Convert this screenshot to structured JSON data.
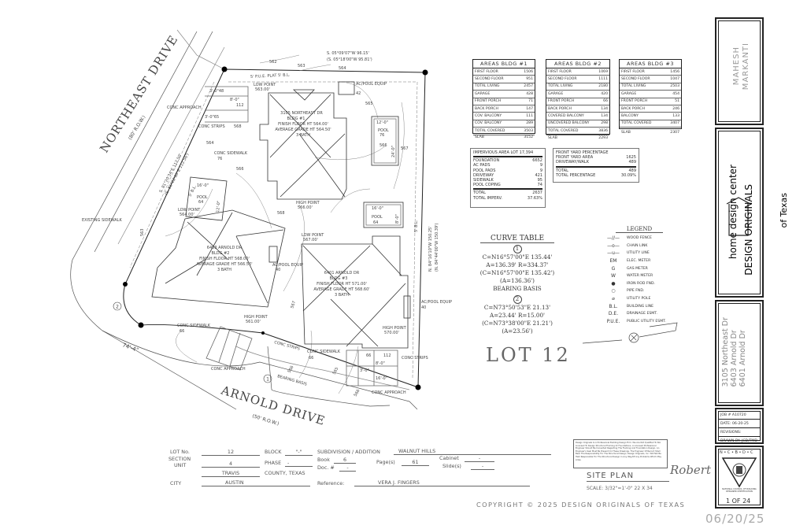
{
  "site": {
    "streets": [
      {
        "name": "NORTHEAST DRIVE",
        "row": "(80' R.O.W.)"
      },
      {
        "name": "ARNOLD DRIVE",
        "row": "(50' R.O.W.)"
      }
    ],
    "bearings": {
      "top": "S. 05°09'07\"W 96.15'",
      "top_record": "(S. 05°18'00\"W 95.81')",
      "right": "N. 84°16'10\"W 150.25'",
      "right_record": "(N. 84°44'00\"W 150.39')",
      "left": "S. 81°20'34\"E 112.50'",
      "left_record": "(S. 81°22'00\"E 112.56')",
      "front": "74'-4\""
    },
    "contours": [
      "562",
      "563",
      "564",
      "565",
      "566",
      "567",
      "568",
      "563",
      "564",
      "566",
      "567",
      "568",
      "566",
      "565",
      "566"
    ],
    "buildings": [
      {
        "address": "3105 NORTHEAST DR",
        "bldg": "BLDG #1",
        "finish_floor": "FINISH FLOOR HT 564.00'",
        "avg_grade": "AVERAGE GRADE HT 564.50'",
        "bath": "3 BATH"
      },
      {
        "address": "6403 ARNOLD DR",
        "bldg": "BLDG #2",
        "finish_floor": "FINISH FLOOR HT 568.00'",
        "avg_grade": "AVERAGE GRADE HT 566.50'",
        "bath": "3 BATH"
      },
      {
        "address": "6401 ARNOLD DR",
        "bldg": "BLDG #3",
        "finish_floor": "FINISH FLOOR HT 571.00'",
        "avg_grade": "AVERAGE GRADE HT 568.60'",
        "bath": "3 BATH"
      }
    ],
    "points": [
      {
        "label": "LOW POINT",
        "value": "563.00'"
      },
      {
        "label": "HIGH POINT",
        "value": "566.00'"
      },
      {
        "label": "LOW POINT",
        "value": "564.00'"
      },
      {
        "label": "LOW POINT",
        "value": "567.00'"
      },
      {
        "label": "HIGH POINT",
        "value": "561.00'"
      },
      {
        "label": "HIGH POINT",
        "value": "570.00'"
      }
    ],
    "pools": [
      {
        "label": "POOL",
        "area": "76",
        "w": "12'-0\"",
        "l": "24'-0\""
      },
      {
        "label": "POOL",
        "area": "64",
        "w": "16'-0\"",
        "l": "12'-0\""
      },
      {
        "label": "POOL",
        "area": "64",
        "w": "16'-0\"",
        "l": "8'-0\""
      }
    ],
    "equip": [
      {
        "label": "AC/POOL EQUIP",
        "value": "42"
      },
      {
        "label": "AC/POOL EQUIP",
        "value": "40"
      },
      {
        "label": "AC/POOL EQUIP",
        "value": "40"
      }
    ],
    "misc": {
      "conc_approach": "CONC APPROACH",
      "conc_strips": "CONC STRIPS",
      "conc_sidewalk": "CONC SIDEWALK",
      "sidewalk_1": "76",
      "sidewalk_2": "66",
      "sidewalk_3": "66",
      "existing_sidewalk": "EXISTING SIDEWALK",
      "pue": "5' P.U.E. PLAT 5' B.L.",
      "bl": "5' B.L.",
      "bearing_basis": "BEARING BASIS",
      "drive_dims": [
        "3'-0\"48",
        "8'-0\"",
        "112",
        "3'-0\"65",
        "3'-0\"",
        "8'-0\"",
        "16'-0\"",
        "112",
        "66"
      ],
      "curve_1": "1",
      "curve_2": "2"
    }
  },
  "areas_tables": [
    {
      "title": "AREAS BLDG #1",
      "rows": [
        {
          "label": "FIRST FLOOR",
          "value": "1506"
        },
        {
          "label": "SECOND FLOOR",
          "value": "951"
        },
        {
          "label": "TOTAL LIVING",
          "value": "2457"
        },
        {
          "label": "GARAGE",
          "value": "428"
        },
        {
          "label": "FRONT PORCH",
          "value": "71"
        },
        {
          "label": "BACK PORCH",
          "value": "147"
        },
        {
          "label": "COV. BALCONY",
          "value": "111"
        },
        {
          "label": "COV. BALCONY",
          "value": "289"
        },
        {
          "label": "TOTAL COVERED",
          "value": "3503"
        }
      ],
      "slab": {
        "label": "SLAB",
        "value": "3152"
      }
    },
    {
      "title": "AREAS BLDG #2",
      "rows": [
        {
          "label": "FIRST FLOOR",
          "value": "1069"
        },
        {
          "label": "SECOND FLOOR",
          "value": "1111"
        },
        {
          "label": "TOTAL LIVING",
          "value": "2180"
        },
        {
          "label": "GARAGE",
          "value": "420"
        },
        {
          "label": "FRONT PORCH",
          "value": "66"
        },
        {
          "label": "BACK PORCH",
          "value": "134"
        },
        {
          "label": "COVERED BALCONY",
          "value": "134"
        },
        {
          "label": "UNCOVERED BALCONY",
          "value": "298"
        },
        {
          "label": "TOTAL COVERED",
          "value": "3836"
        }
      ],
      "slab": {
        "label": "SLAB",
        "value": "2293"
      }
    },
    {
      "title": "AREAS BLDG #3",
      "rows": [
        {
          "label": "FIRST FLOOR",
          "value": "1456"
        },
        {
          "label": "SECOND FLOOR",
          "value": "1047"
        },
        {
          "label": "TOTAL LIVING",
          "value": "2503"
        },
        {
          "label": "GARAGE",
          "value": "454"
        },
        {
          "label": "FRONT PORCH",
          "value": "51"
        },
        {
          "label": "BACK PORCH",
          "value": "246"
        },
        {
          "label": "BALCONY",
          "value": "133"
        },
        {
          "label": "TOTAL COVERED",
          "value": "3407"
        }
      ],
      "slab": {
        "label": "SLAB",
        "value": "2307"
      }
    }
  ],
  "impervious": {
    "title": "IMPERVIOUS AREA   LOT 17,394",
    "rows": [
      {
        "label": "FOUNDATION",
        "value": "6652"
      },
      {
        "label": "AC PADS",
        "value": "9"
      },
      {
        "label": "POOL PADS",
        "value": "9"
      },
      {
        "label": "DRIVEWAY",
        "value": "421"
      },
      {
        "label": "SIDEWALK",
        "value": "95"
      },
      {
        "label": "POOL COPING",
        "value": "74"
      }
    ],
    "total": {
      "label": "TOTAL",
      "value": "2637"
    },
    "percent": {
      "label": "TOTAL IMPERV.",
      "value": "37.63%"
    }
  },
  "front_yard": {
    "title": "FRONT YARD PERCENTAGE",
    "rows": [
      {
        "label": "FRONT YARD AREA",
        "value": "1625"
      },
      {
        "label": "DRIVEWAY/WALK",
        "value": "489"
      }
    ],
    "total": {
      "label": "TOTAL",
      "value": "489"
    },
    "percent": {
      "label": "TOTAL PERCENTAGE",
      "value": "30.09%"
    }
  },
  "curve_table": {
    "title": "CURVE TABLE",
    "curves": [
      {
        "num": "1",
        "lines": [
          "C=N16°57'00\"E 135.44'",
          "A=136.39'  R=334.37'",
          "(C=N16°57'00\"E 135.42')",
          "(A=136.36')",
          "BEARING BASIS"
        ]
      },
      {
        "num": "2",
        "lines": [
          "C=N73°50'53\"E 21.13'",
          "A=23.44'  R=15.00'",
          "(C=N73°38'00\"E 21.21')",
          "(A=23.56')"
        ]
      }
    ]
  },
  "lot_label": "LOT 12",
  "legend": {
    "title": "LEGEND",
    "items": [
      {
        "symbol": "—//—",
        "label": "WOOD FENCE"
      },
      {
        "symbol": "—o—",
        "label": "CHAIN LINK"
      },
      {
        "symbol": "—u—",
        "label": "UTILITY LINE"
      },
      {
        "symbol": "EM",
        "label": "ELEC. METER"
      },
      {
        "symbol": "G",
        "label": "GAS METER"
      },
      {
        "symbol": "W",
        "label": "WATER METER"
      },
      {
        "symbol": "●",
        "label": "IRON ROD FND."
      },
      {
        "symbol": "○",
        "label": "PIPE FND."
      },
      {
        "symbol": "⌀",
        "label": "UTILITY POLE"
      },
      {
        "symbol": "B.L.",
        "label": "BUILDING LINE"
      },
      {
        "symbol": "D.E.",
        "label": "DRAINAGE ESMT."
      },
      {
        "symbol": "P.U.E.",
        "label": "PUBLIC UTILITY ESMT."
      }
    ]
  },
  "lot_info": {
    "lot_no_label": "LOT No.",
    "lot_no": "12",
    "section_label": "SECTION",
    "unit_label": "UNIT",
    "section": "4",
    "block_label": "BLOCK",
    "block": "\"-\"",
    "phase_label": "PHASE",
    "phase": "-",
    "subdivision_label": "SUBDIVISION / ADDITION",
    "subdivision": "WALNUT HILLS",
    "book_label": "Book",
    "book": "6",
    "doc_label": "Doc. #",
    "doc": "-",
    "page_label": "Page(s)",
    "page": "61",
    "cabinet_label": "Cabinet",
    "cabinet": "-",
    "slide_label": "Slide(s)",
    "slide": "-",
    "county": "TRAVIS",
    "county_label": "COUNTY, TEXAS",
    "city_label": "CITY",
    "city": "AUSTIN",
    "reference_label": "Reference:",
    "reference": "VERA J. FINGERS"
  },
  "disclaimer": "Design Originals Is A Professional Building Design Firm. We Are Not Qualified To Nor Licensed To Design Structural Framing Or Foundations. A Licensed Professional Engineer Should Be Consulted Regarding The Framing And Foundation Design. An Engineer's Seal Must Be Present On These Drawings. The Engineer Of Record Shall Bear The Responsibility For The Structural Design. Design Originals, Inc. Will Not Be Held Responsible For The Structural Design In Any Way/Of Any Problems Which May Arise.",
  "sheet": {
    "title": "SITE PLAN",
    "scale": "SCALE: 3/32\"=1'-0\"  22 X 34",
    "copyright": "COPYRIGHT © 2025 DESIGN ORIGINALS OF TEXAS"
  },
  "title_block": {
    "client": [
      "MAHESH",
      "MARKANTI"
    ],
    "logo_line1": "home design center",
    "logo_line2": "DESIGN ORIGINALS",
    "logo_line3": "of Texas",
    "addresses": [
      "3105 Northeast Dr",
      "6403 Arnold Dr",
      "6401 Arnold Dr"
    ],
    "job": "JOB # A10720",
    "date": "DATE: 06-20-25",
    "revisions": "REVISIONS:",
    "drawn_by": "DRAWN BY: JCD/TMD",
    "stamp_header": "N • C • B • D • C",
    "stamp_text": "NATIONAL COUNCIL OF BUILDING DESIGNER CERTIFICATION",
    "signature": "Robert",
    "signature_date": "06/20/25",
    "sheet_number": "1 OF 24"
  }
}
